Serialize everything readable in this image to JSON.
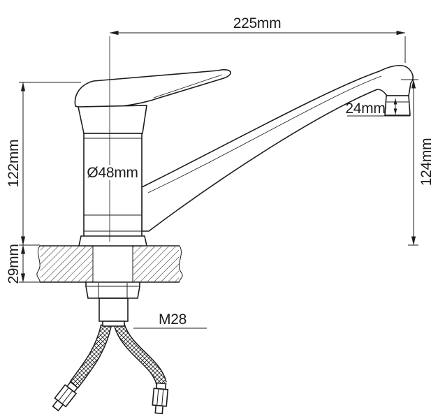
{
  "colors": {
    "line": "#1c1c1c",
    "background": "#ffffff"
  },
  "drawing": {
    "type": "technical-drawing",
    "labels": {
      "spout_reach": "225mm",
      "outlet": "24mm",
      "left_height": "122mm",
      "right_height": "124mm",
      "body_diameter": "Ø48mm",
      "deck_thickness": "29mm",
      "thread": "M28"
    }
  }
}
